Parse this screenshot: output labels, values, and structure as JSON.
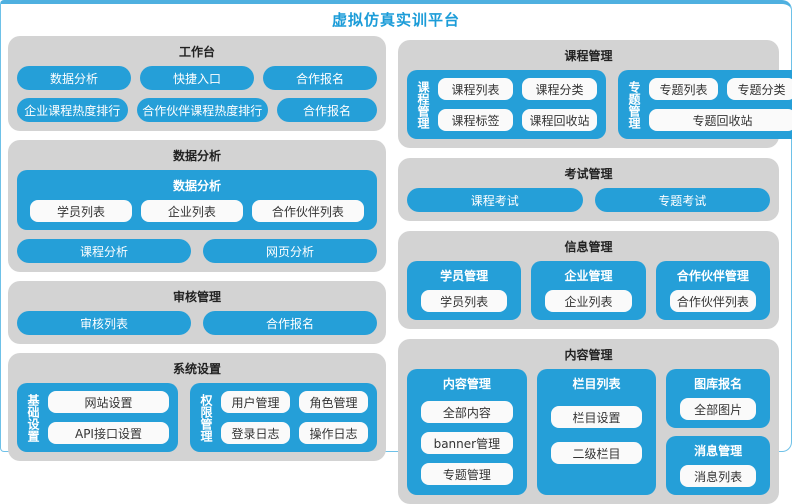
{
  "page": {
    "title": "虚拟仿真实训平台"
  },
  "colors": {
    "accent_blue": "#259fd8",
    "panel_gray": "#d3d3d3",
    "button_white": "#fafafa",
    "title_blue": "#1b9cd8",
    "border_blue": "#4fb0e0"
  },
  "panels": {
    "workbench": {
      "title": "工作台",
      "row1": [
        "数据分析",
        "快捷入口",
        "合作报名"
      ],
      "row2": [
        "企业课程热度排行",
        "合作伙伴课程热度排行",
        "合作报名"
      ]
    },
    "data_analysis": {
      "title": "数据分析",
      "group": {
        "title": "数据分析",
        "items": [
          "学员列表",
          "企业列表",
          "合作伙伴列表"
        ]
      },
      "pills": [
        "课程分析",
        "网页分析"
      ]
    },
    "audit": {
      "title": "审核管理",
      "pills": [
        "审核列表",
        "合作报名"
      ]
    },
    "system": {
      "title": "系统设置",
      "basic": {
        "label": "基础设置",
        "items": [
          "网站设置",
          "API接口设置"
        ]
      },
      "perm": {
        "label": "权限管理",
        "items": [
          "用户管理",
          "角色管理",
          "登录日志",
          "操作日志"
        ]
      }
    },
    "course": {
      "title": "课程管理",
      "course_group": {
        "label": "课程管理",
        "items": [
          "课程列表",
          "课程分类",
          "课程标签",
          "课程回收站"
        ]
      },
      "topic_group": {
        "label": "专题管理",
        "items": [
          "专题列表",
          "专题分类"
        ],
        "wide_item": "专题回收站"
      }
    },
    "exam": {
      "title": "考试管理",
      "pills": [
        "课程考试",
        "专题考试"
      ]
    },
    "info": {
      "title": "信息管理",
      "groups": [
        {
          "title": "学员管理",
          "item": "学员列表"
        },
        {
          "title": "企业管理",
          "item": "企业列表"
        },
        {
          "title": "合作伙伴管理",
          "item": "合作伙伴列表"
        }
      ]
    },
    "content": {
      "title": "内容管理",
      "content_group": {
        "title": "内容管理",
        "items": [
          "全部内容",
          "banner管理",
          "专题管理"
        ]
      },
      "column_group": {
        "title": "栏目列表",
        "items": [
          "栏目设置",
          "二级栏目"
        ]
      },
      "gallery_group": {
        "title": "图库报名",
        "item": "全部图片"
      },
      "message_group": {
        "title": "消息管理",
        "item": "消息列表"
      }
    }
  }
}
